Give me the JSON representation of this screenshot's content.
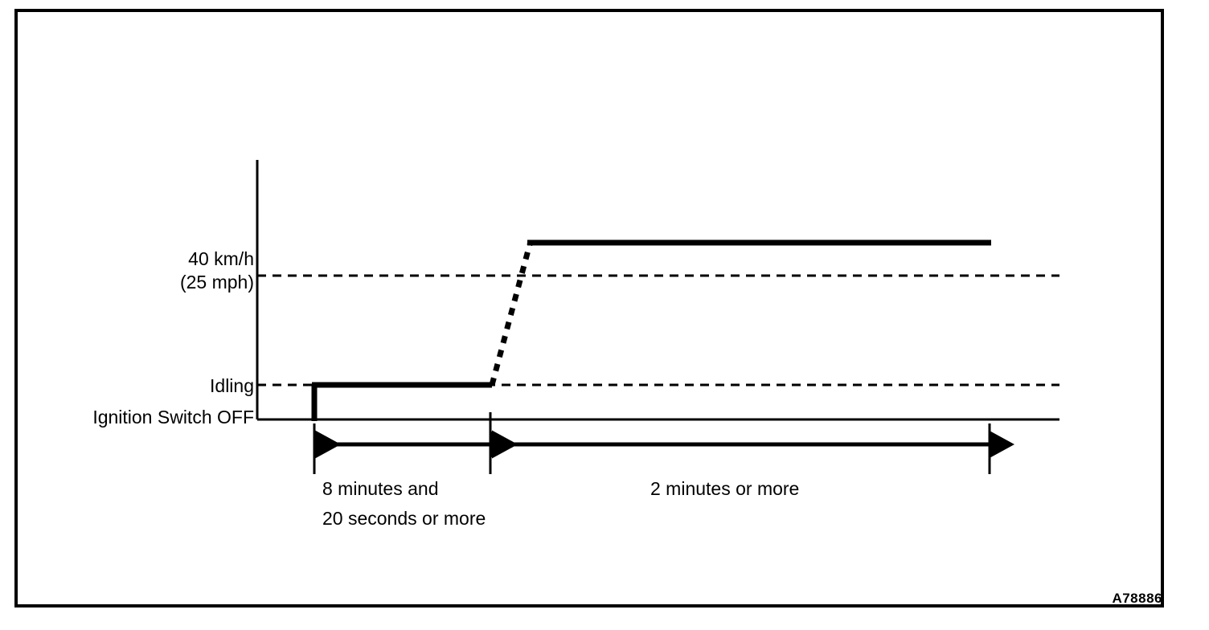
{
  "figure": {
    "id_code": "A78886",
    "type": "vehicle-speed-vs-time-timing-diagram",
    "background_color": "#ffffff",
    "line_color": "#000000",
    "border_color": "#000000"
  },
  "axes": {
    "y_labels": [
      {
        "key": "speed",
        "line1": "40 km/h",
        "line2": "(25 mph)"
      },
      {
        "key": "idling",
        "text": "Idling"
      },
      {
        "key": "ignition_off",
        "text": "Ignition Switch OFF"
      }
    ]
  },
  "spans": [
    {
      "key": "phase1",
      "line1": "8 minutes and",
      "line2": "20 seconds or more"
    },
    {
      "key": "phase2",
      "line1": "2 minutes or more",
      "line2": ""
    }
  ],
  "chart_data": {
    "type": "line",
    "title": "",
    "xlabel": "",
    "ylabel": "",
    "grid": false,
    "legend_position": "none",
    "y_levels": [
      {
        "name": "Ignition Switch OFF",
        "label": "Ignition Switch OFF",
        "value": 0
      },
      {
        "name": "Idling",
        "label": "Idling",
        "value": 1
      },
      {
        "name": "40 km/h (25 mph)",
        "label": "40 km/h (25 mph)",
        "value": 2
      }
    ],
    "reference_lines": [
      {
        "label": "40 km/h (25 mph)",
        "level": 2,
        "style": "dashed"
      },
      {
        "label": "Idling",
        "level": 1,
        "style": "dashed"
      }
    ],
    "series": [
      {
        "name": "Vehicle state",
        "style": "solid",
        "points": [
          {
            "t": 0.0,
            "level": 0,
            "note": "Ignition Switch OFF"
          },
          {
            "t": 0.0,
            "level": 1,
            "note": "engine started / idling"
          },
          {
            "t": 8.333,
            "level": 1,
            "note": "end of idling period"
          }
        ]
      },
      {
        "name": "Acceleration ramp",
        "style": "dashed",
        "points": [
          {
            "t": 8.333,
            "level": 1
          },
          {
            "t": 9.2,
            "level": 2.3
          }
        ]
      },
      {
        "name": "Cruise above 40 km/h",
        "style": "solid",
        "points": [
          {
            "t": 9.2,
            "level": 2.3
          },
          {
            "t": 20.0,
            "level": 2.3
          }
        ]
      }
    ],
    "annotations": [
      {
        "label": "8 minutes and 20 seconds or more",
        "from_t": 0.0,
        "to_t": 8.333,
        "arrow": "double"
      },
      {
        "label": "2 minutes or more",
        "from_t": 8.333,
        "to_t": 20.0,
        "arrow": "double"
      }
    ]
  }
}
